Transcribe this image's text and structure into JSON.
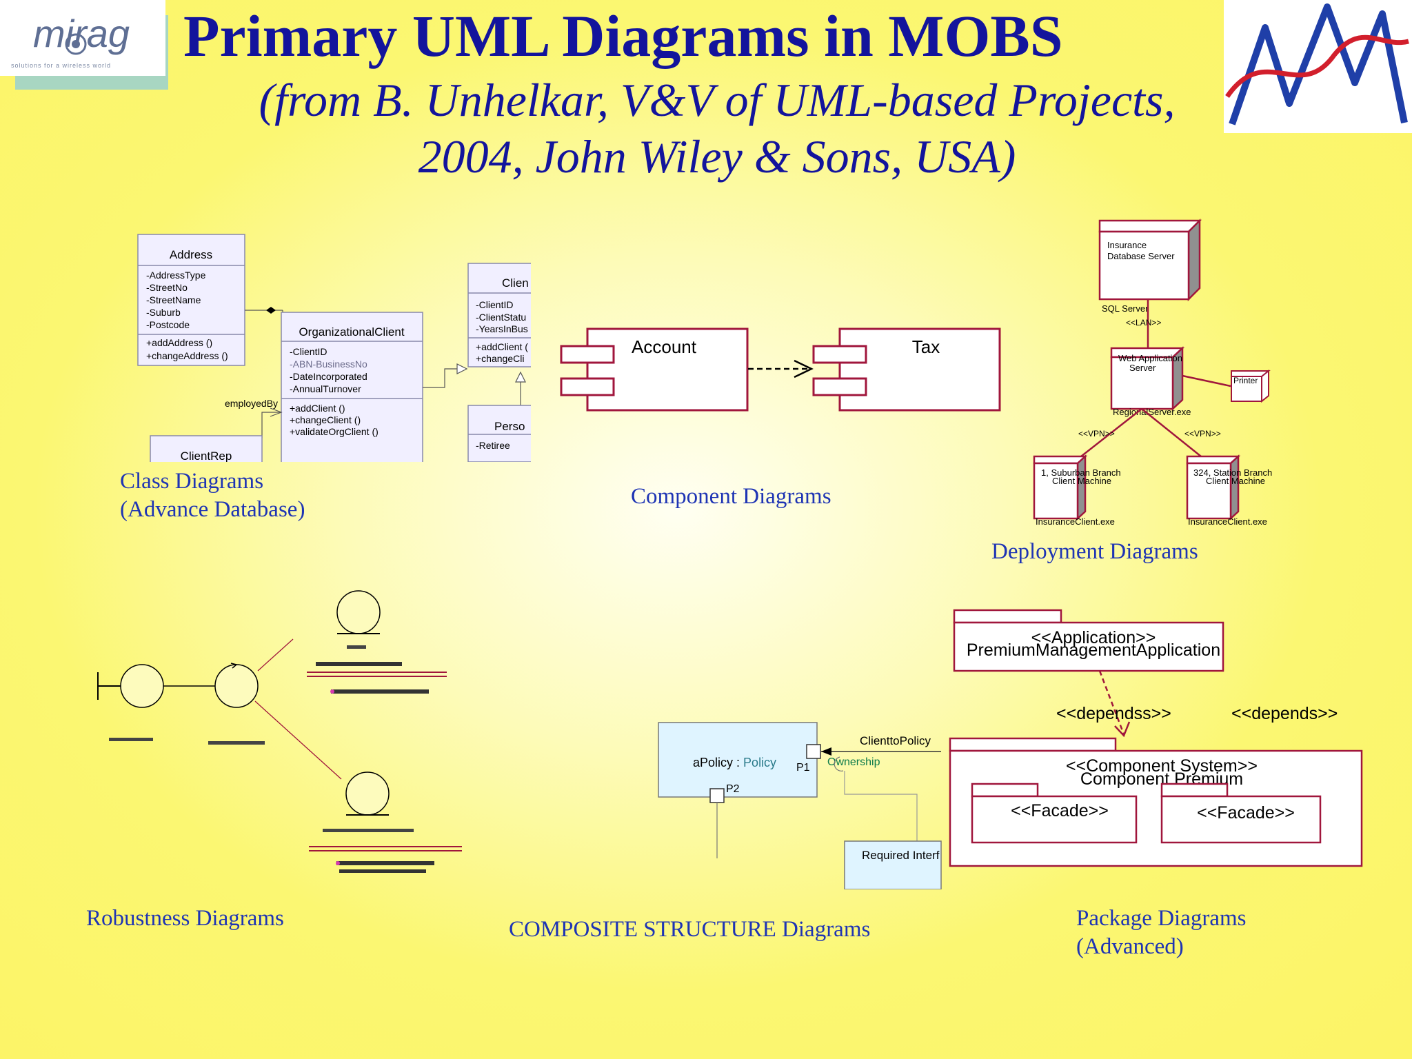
{
  "header": {
    "title": "Primary UML Diagrams in MOBS",
    "subtitle_line1": "(from B. Unhelkar, V&V of UML-based Projects,",
    "subtitle_line2": "2004, John Wiley & Sons, USA)"
  },
  "logo": {
    "brand": "mirag",
    "tagline": "solutions for a wireless world"
  },
  "captions": {
    "class": [
      "Class Diagrams",
      "(Advance Database)"
    ],
    "component": "Component Diagrams",
    "deployment": "Deployment Diagrams",
    "robustness": "Robustness Diagrams",
    "composite": "COMPOSITE STRUCTURE  Diagrams",
    "package": [
      "Package Diagrams",
      "(Advanced)"
    ]
  },
  "class_diagram": {
    "address": {
      "name": "Address",
      "attrs": [
        "-AddressType",
        "-StreetNo",
        "-StreetName",
        "-Suburb",
        "-Postcode"
      ],
      "ops": [
        "+addAddress ()",
        "+changeAddress ()"
      ]
    },
    "org_client": {
      "name": "OrganizationalClient",
      "attrs": [
        "-ClientID",
        "-ABN-BusinessNo",
        "-DateIncorporated",
        "-AnnualTurnover"
      ],
      "ops": [
        "+addClient ()",
        "+changeClient ()",
        "+validateOrgClient ()"
      ]
    },
    "client": {
      "name": "Clien",
      "attrs": [
        "-ClientID",
        "-ClientStatu",
        "-YearsInBus"
      ],
      "ops": [
        "+addClient (",
        "+changeCli"
      ]
    },
    "person": {
      "name": "Perso",
      "attrs": [
        "-Retiree"
      ]
    },
    "client_rep": "ClientRep",
    "employed_by": "employedBy"
  },
  "component_diagram": {
    "left": "Account",
    "right": "Tax"
  },
  "deployment_diagram": {
    "server_line1": "Insurance",
    "server_line2": "Database Server",
    "sql": "SQL Server",
    "lan": "<<LAN>>",
    "web_line1": "Web Application",
    "web_line2": "Server",
    "printer": "Printer",
    "regional": "RegionalServer.exe",
    "vpn_left": "<<VPN>>",
    "vpn_right": "<<VPN>>",
    "node1_line1": "1, Suburban Branch",
    "node1_line2": "Client Machine",
    "node2_line1": "324, Station Branch",
    "node2_line2": "Client Machine",
    "exe1": "InsuranceClient.exe",
    "exe2": "InsuranceClient.exe"
  },
  "composite_diagram": {
    "part_name": "aPolicy",
    "part_type": "Policy",
    "port1": "P1",
    "port2": "P2",
    "connector": "ClienttoPolicy",
    "role": "Ownership",
    "required": "Required Interf"
  },
  "package_diagram": {
    "app_stereo": "<<Application>>",
    "app_name": "PremiumManagementApplication",
    "dep1": "<<dependss>>",
    "dep2": "<<depends>>",
    "comp_stereo": "<<Component System>>",
    "comp_name": "Component Premium",
    "facade1": "<<Facade>>",
    "facade2": "<<Facade>>"
  },
  "colors": {
    "title": "#13149c",
    "caption": "#1e34b4",
    "uml_line": "#a0163c",
    "background": "#fbf772"
  }
}
